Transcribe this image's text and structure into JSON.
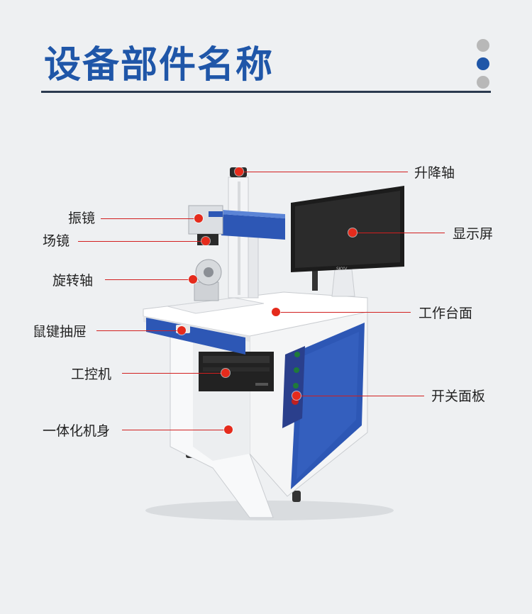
{
  "header": {
    "title": "设备部件名称"
  },
  "callouts": {
    "lift_axis": "升降轴",
    "galvo": "振镜",
    "field_lens": "场镜",
    "display": "显示屏",
    "rotary_axis": "旋转轴",
    "worktable": "工作台面",
    "keyboard_drawer": "鼠键抽屉",
    "industrial_pc": "工控机",
    "switch_panel": "开关面板",
    "integrated_body": "一体化机身"
  },
  "monitor": {
    "brand": "SKYV"
  },
  "colors": {
    "accent_blue": "#1f56a8",
    "marker_red": "#e52b1c",
    "lead_red": "#d21f1f"
  }
}
